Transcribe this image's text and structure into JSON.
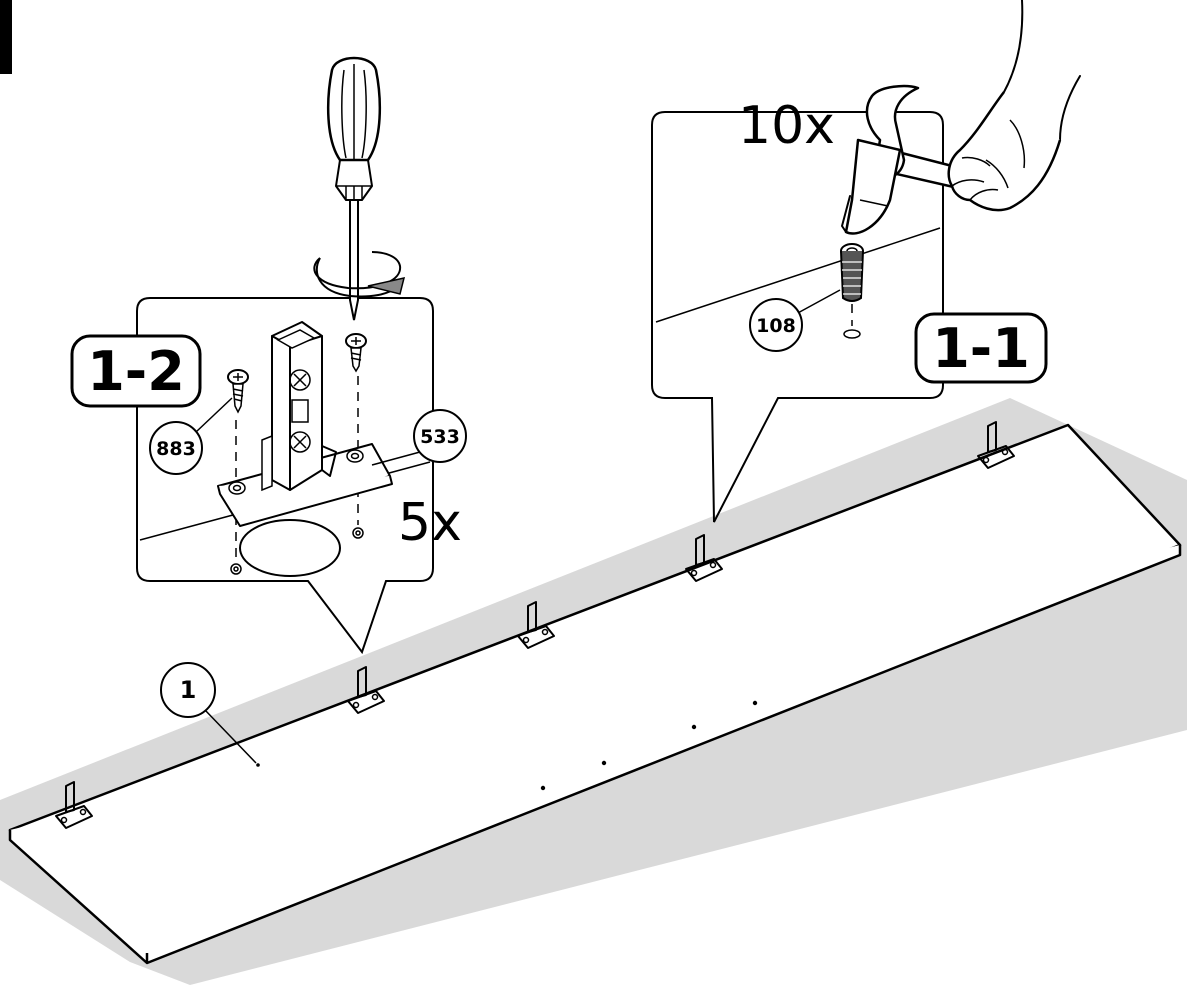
{
  "steps": {
    "step_left": "1-2",
    "step_right": "1-1"
  },
  "quantities": {
    "hinge_qty": "5x",
    "dowel_qty": "10x"
  },
  "parts": {
    "screw": "883",
    "hinge_plate": "533",
    "dowel": "108",
    "panel": "1"
  },
  "icons": [
    "screwdriver-icon",
    "rotation-arrow-icon",
    "hammer-icon",
    "hand-icon",
    "hinge-icon",
    "screw-icon",
    "dowel-icon",
    "panel"
  ],
  "colors": {
    "shadow": "#d9d9d9",
    "ink": "#000000",
    "paper": "#ffffff"
  }
}
